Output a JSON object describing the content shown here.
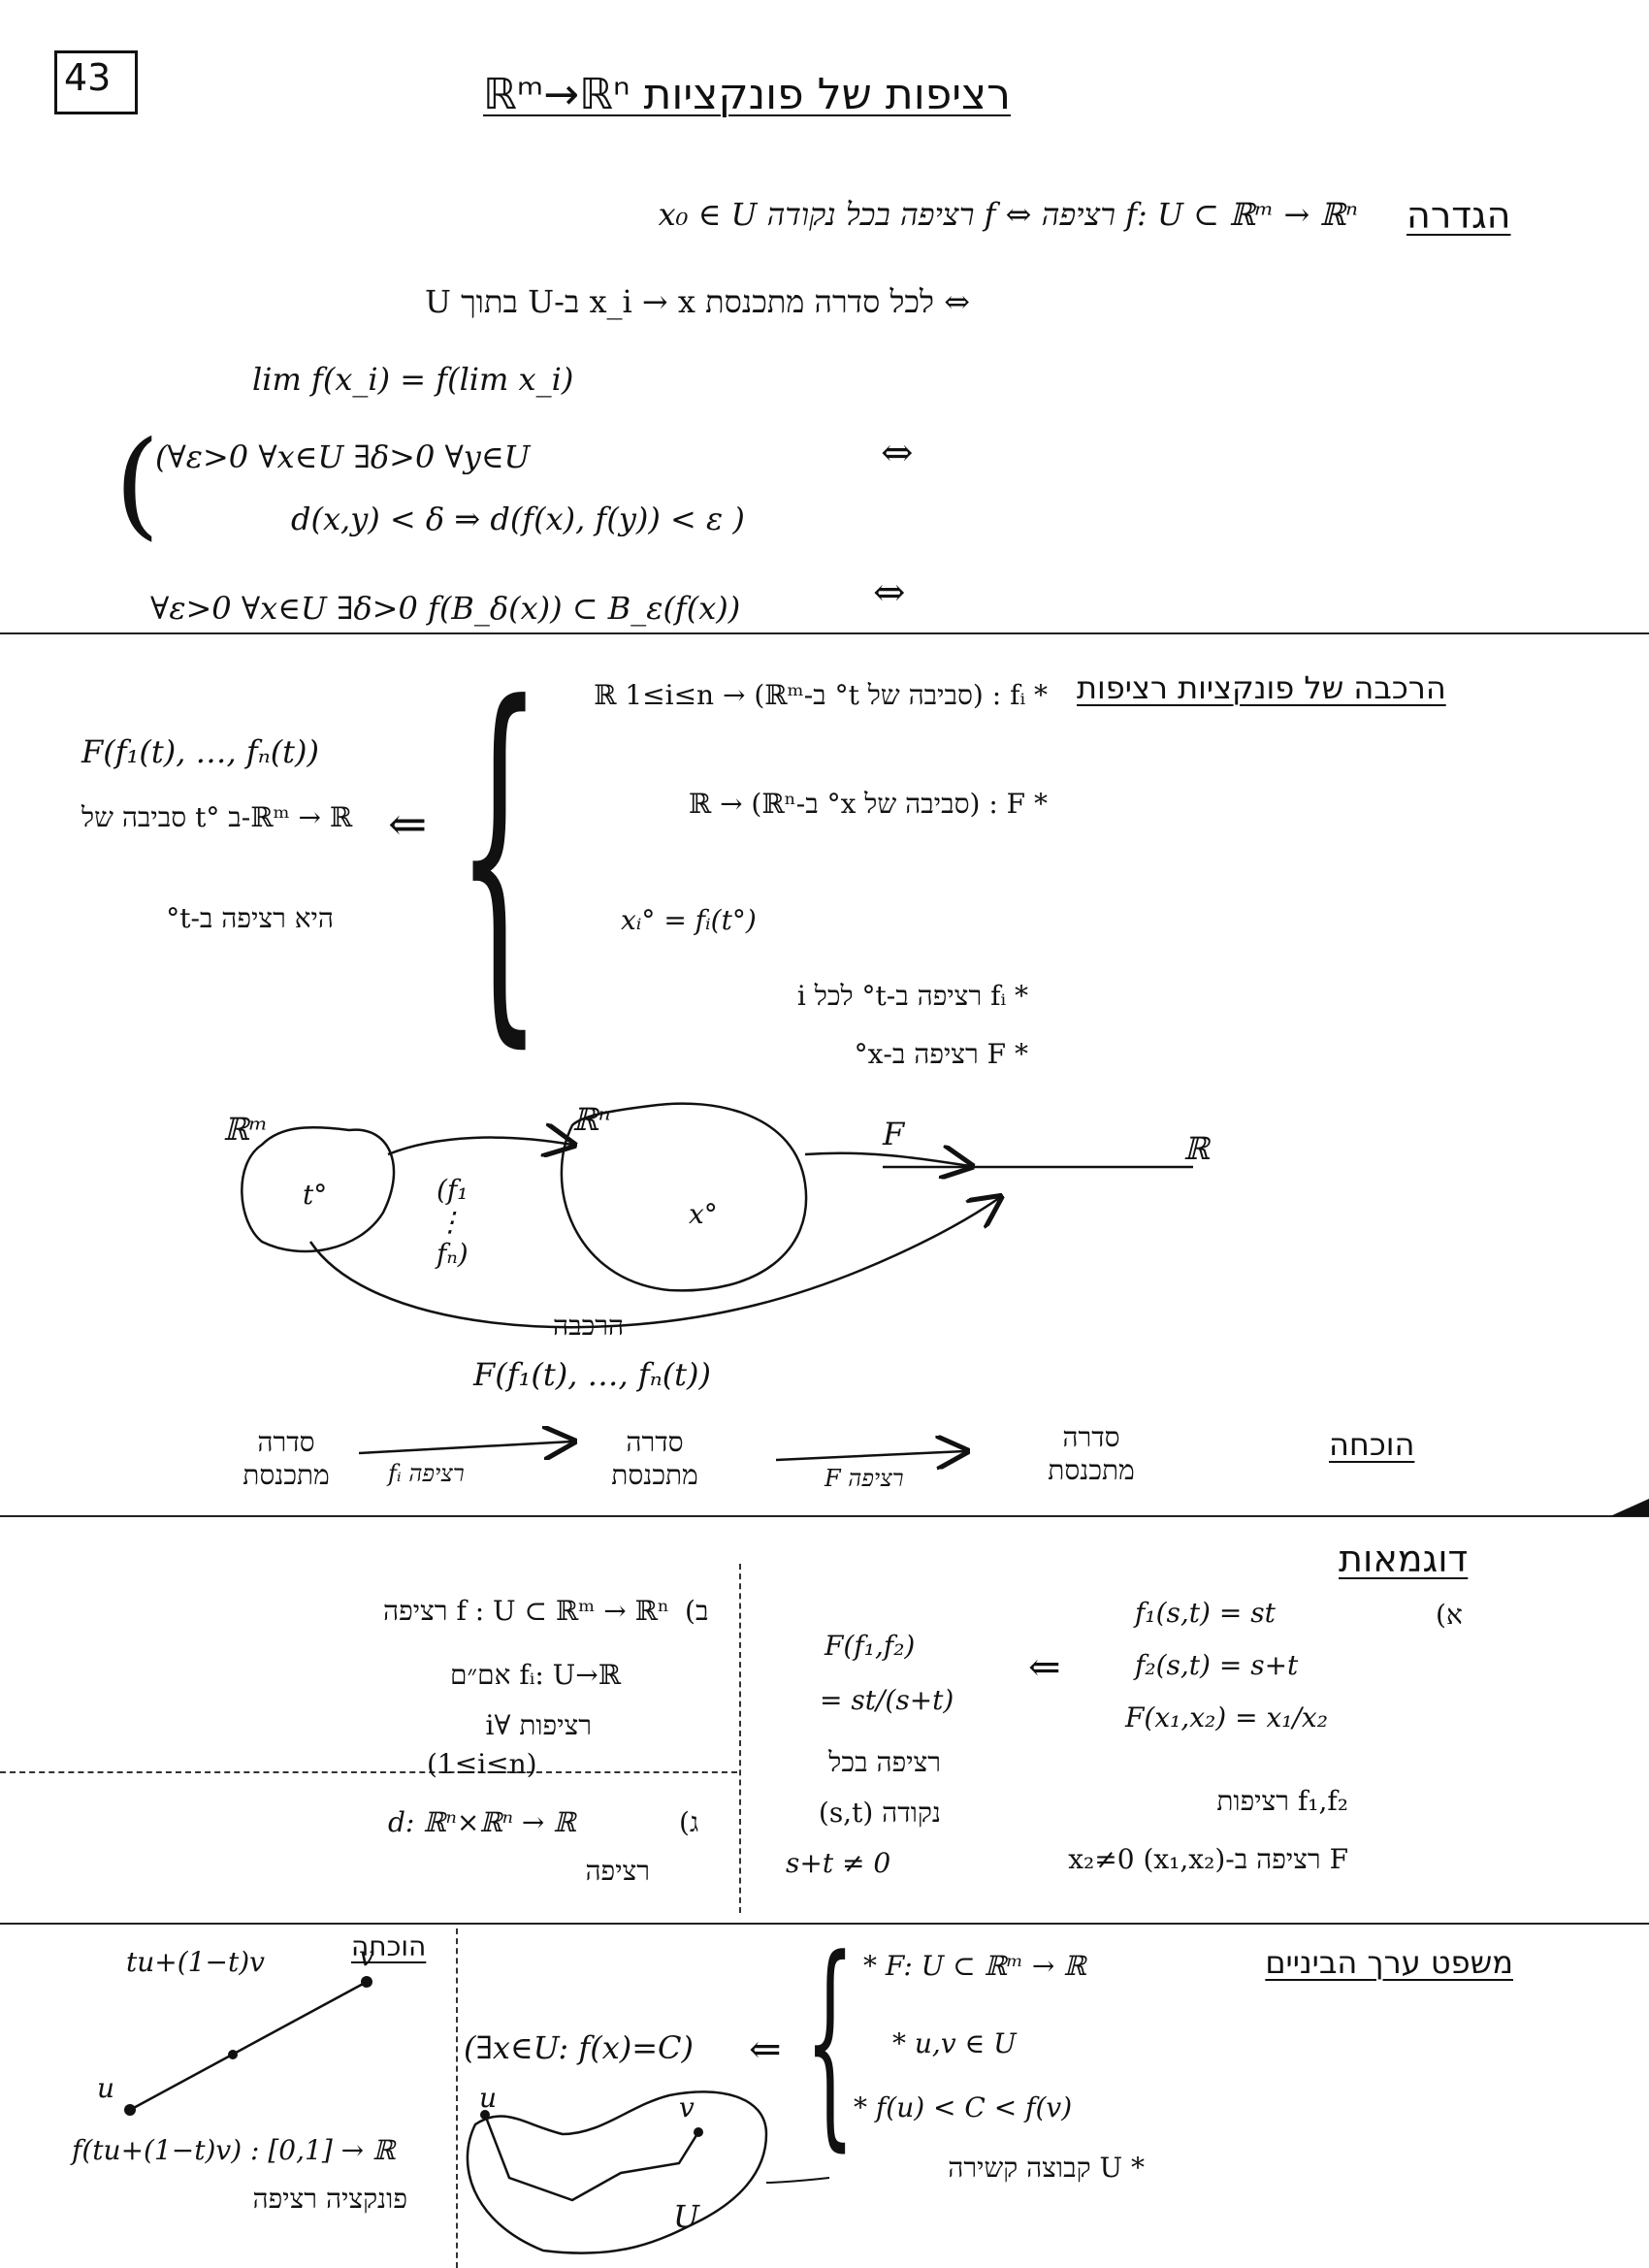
{
  "page": {
    "number": "43",
    "title": "רציפות של פונקציות ℝᵐ→ℝⁿ"
  },
  "definition": {
    "heading": "הגדרה",
    "statement": "f: U ⊂ ℝᵐ → ℝⁿ רציפה ⇔ f רציפה בכל נקודה x₀ ∈ U",
    "eq_sequences": "⇔ לכל סדרה מתכנסת x_i → x ב-U בתוך U",
    "limit_formula": "lim f(x_i) = f(lim x_i)",
    "epsilon_line1": "(∀ε>0 ∀x∈U ∃δ>0 ∀y∈U",
    "epsilon_line2": "d(x,y) < δ ⇒ d(f(x), f(y)) < ε )",
    "iff_symbol": "⇔",
    "balls": "∀ε>0 ∀x∈U ∃δ>0 f(B_δ(x)) ⊂ B_ε(f(x))"
  },
  "composition": {
    "heading": "הרכבה של פונקציות רציפות",
    "left_func": "F(f₁(t), …, fₙ(t))",
    "left_domain": "סביבה של t° ב-ℝᵐ → ℝ",
    "left_conclusion": "היא רציפה ב-t°",
    "implies": "⇐",
    "cond1": "* fᵢ : (סביבה של t° ב-ℝᵐ) → ℝ   1≤i≤n",
    "cond2": "* F : (סביבה של x° ב-ℝⁿ) → ℝ",
    "cond3": "xᵢ° = fᵢ(t°)",
    "cond4": "* fᵢ רציפה ב-t° לכל i",
    "cond5": "* F רציפה ב-x°",
    "diagram": {
      "set1": "ℝᵐ",
      "point1": "t°",
      "map1": "(f₁ ⋮ fₙ)",
      "set2": "ℝⁿ",
      "point2": "x°",
      "map2": "F",
      "target": "ℝ",
      "composite_label": "הרכבה",
      "composite_formula": "F(f₁(t), …, fₙ(t))"
    },
    "proof_heading": "הוכחה",
    "proof_chain": [
      "סדרה מתכנסת",
      "fᵢ רציפה",
      "סדרה מתכנסת",
      "F רציפה",
      "סדרה מתכנסת"
    ]
  },
  "examples": {
    "heading": "דוגמאות",
    "a_label": "(א",
    "a_lines": [
      "f₁(s,t) = st",
      "f₂(s,t) = s+t",
      "F(x₁,x₂) = x₁/x₂"
    ],
    "a_cont1": "f₁,f₂ רציפות",
    "a_cont2": "F רציפה ב-(x₁,x₂) x₂≠0",
    "a_result": [
      "F(f₁,f₂)",
      "= st/(s+t)",
      "רציפה בכל",
      "נקודה (s,t)",
      "s+t ≠ 0"
    ],
    "b_label": "(ב",
    "b_lines": [
      "f : U ⊂ ℝᵐ → ℝⁿ רציפה",
      "fᵢ: U→ℝ אם״ם",
      "רציפות ∀i",
      "(1≤i≤n)"
    ],
    "c_label": "(ג",
    "c_lines": [
      "d: ℝⁿ×ℝⁿ → ℝ",
      "רציפה"
    ]
  },
  "ivt": {
    "heading": "משפט ערך הביניים",
    "conds": [
      "* F: U ⊂ ℝᵐ → ℝ",
      "* u,v ∈ U",
      "* f(u) < C < f(v)",
      "* U קבוצה קשירה"
    ],
    "conclusion": "(∃x∈U: f(x)=C)",
    "proof_heading": "הוכחה",
    "segment_label": "tu+(1−t)v",
    "pt_u": "u",
    "pt_v": "v",
    "set_U": "U",
    "func_line": "f(tu+(1−t)v) : [0,1] → ℝ",
    "func_caption": "פונקציה רציפה"
  }
}
